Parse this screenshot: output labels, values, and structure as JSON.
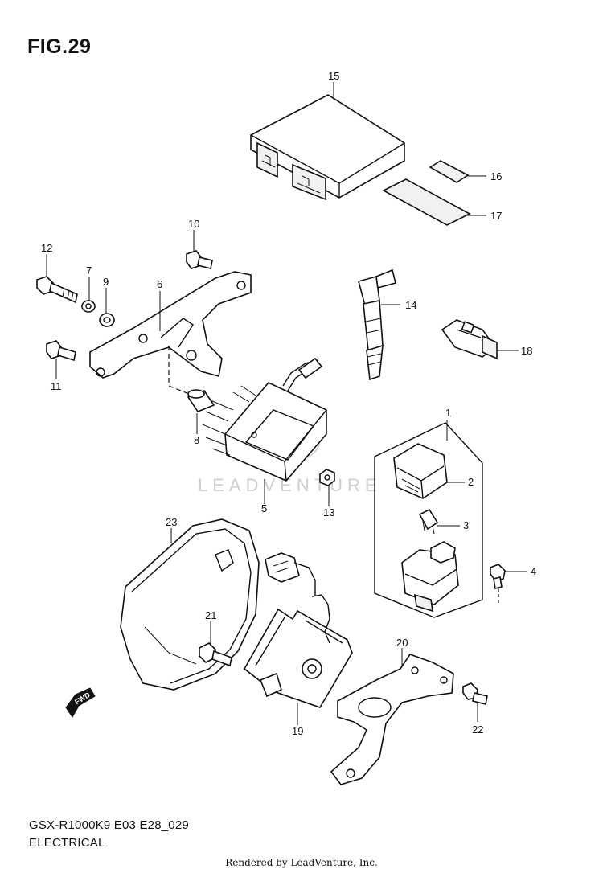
{
  "title": "FIG.29",
  "footer": {
    "model_code": "GSX-R1000K9 E03 E28_029",
    "section": "ELECTRICAL",
    "rendered_by": "Rendered by LeadVenture, Inc."
  },
  "watermark": "LEADVENTURE",
  "direction_arrow": "FWD",
  "callouts": {
    "c1": "1",
    "c2": "2",
    "c3": "3",
    "c4": "4",
    "c5": "5",
    "c6": "6",
    "c7": "7",
    "c8": "8",
    "c9": "9",
    "c10": "10",
    "c11": "11",
    "c12": "12",
    "c13": "13",
    "c14": "14",
    "c15": "15",
    "c16": "16",
    "c17": "17",
    "c18": "18",
    "c19": "19",
    "c20": "20",
    "c21": "21",
    "c22": "22",
    "c23": "23"
  }
}
